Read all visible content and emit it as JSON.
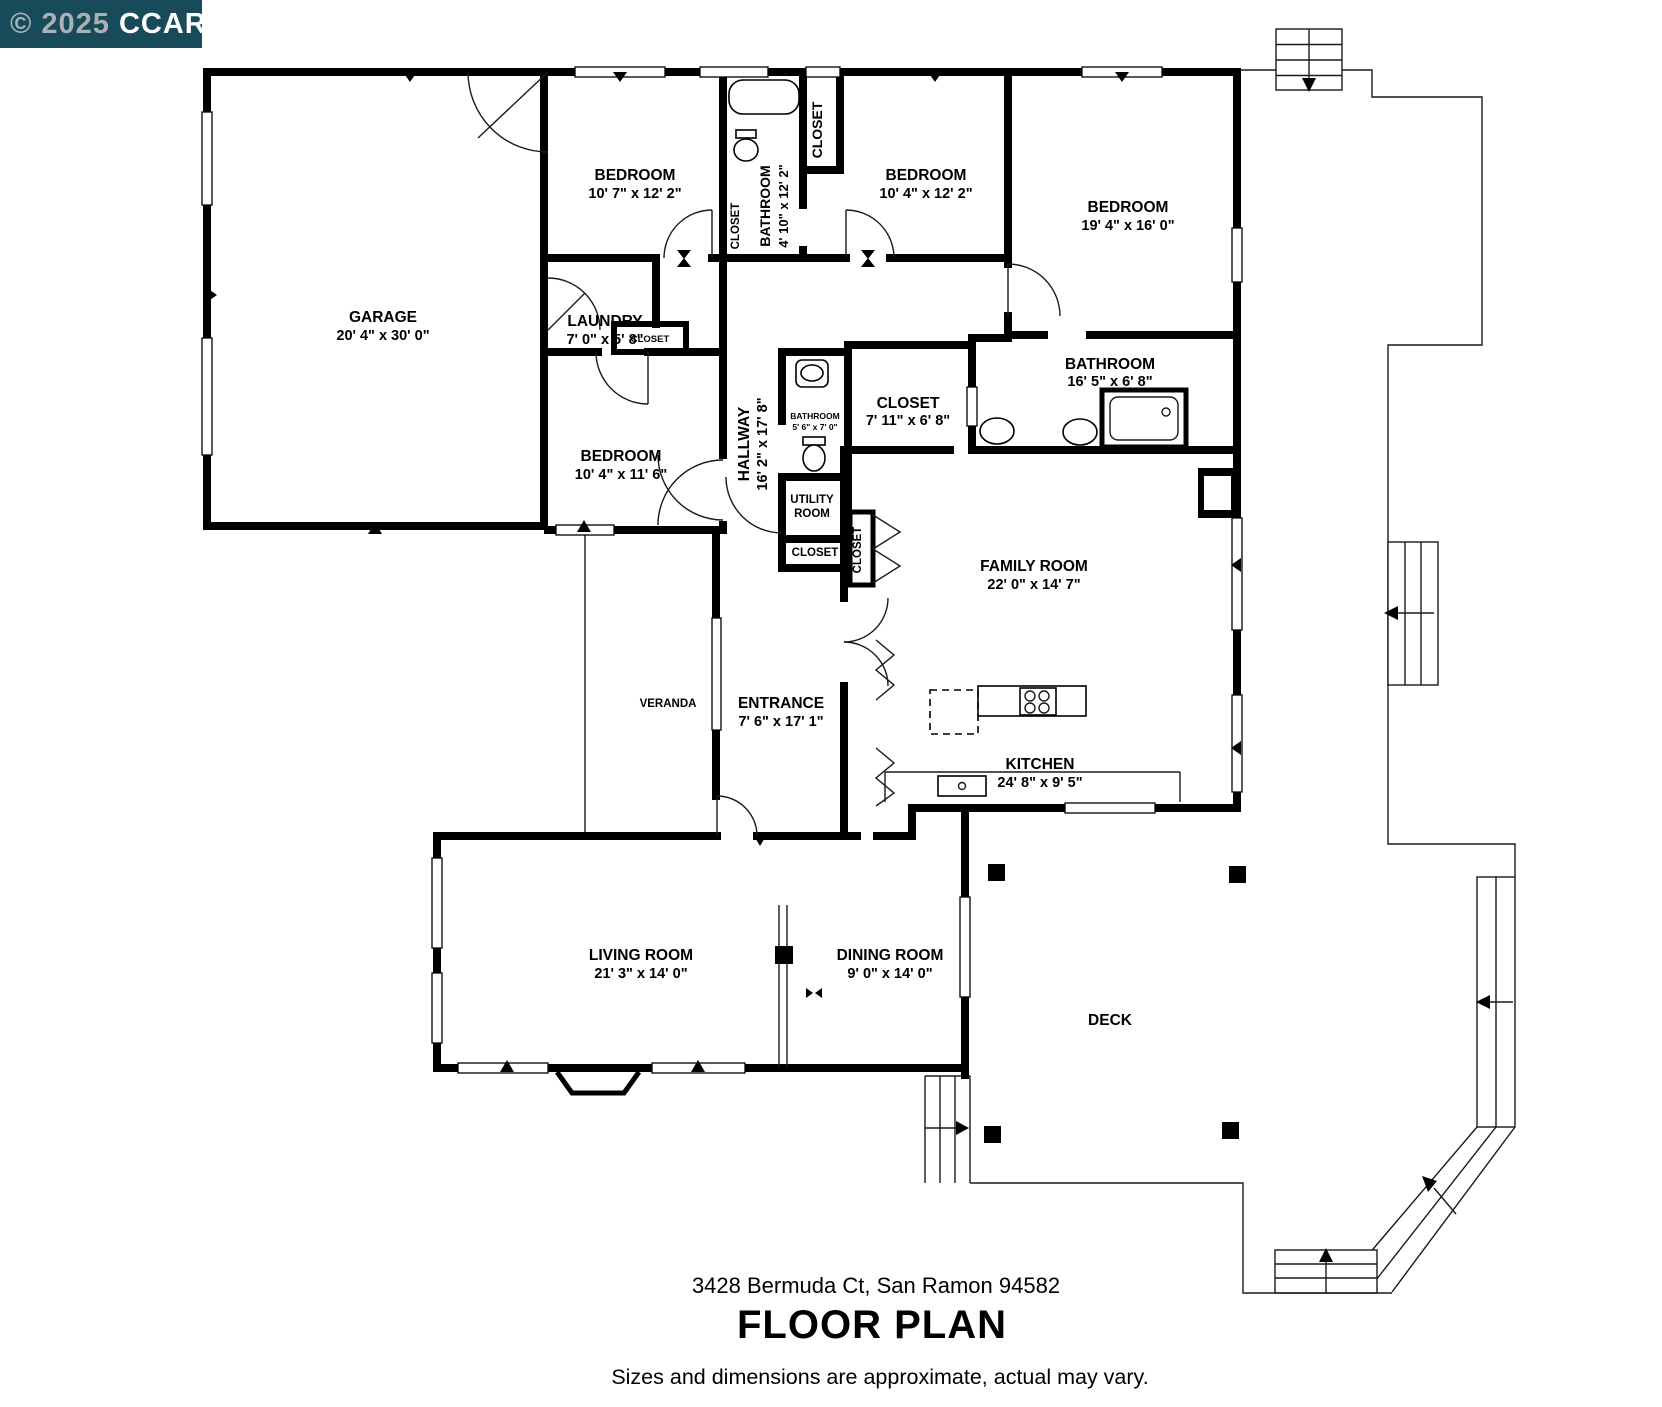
{
  "watermark": {
    "prefix": "© 2025",
    "brand": "CCAR",
    "bg": "#174b59"
  },
  "rooms": {
    "garage": {
      "name": "GARAGE",
      "dims": "20' 4\" x 30' 0\""
    },
    "bedroom_top_left": {
      "name": "BEDROOM",
      "dims": "10' 7\" x 12' 2\""
    },
    "bathroom_upper": {
      "name": "BATHROOM",
      "dims": "4' 10\" x 12' 2\""
    },
    "bedroom_top_mid": {
      "name": "BEDROOM",
      "dims": "10' 4\" x 12' 2\""
    },
    "bedroom_top_right": {
      "name": "BEDROOM",
      "dims": "19' 4\" x 16' 0\""
    },
    "laundry": {
      "name": "LAUNDRY",
      "dims": "7' 0\" x 5' 8\""
    },
    "bedroom_lower": {
      "name": "BEDROOM",
      "dims": "10' 4\" x 11' 6\""
    },
    "hallway": {
      "name": "HALLWAY",
      "dims": "16' 2\" x 17' 8\""
    },
    "bathroom_hall": {
      "name": "BATHROOM",
      "dims": "5' 6\" x 7' 0\""
    },
    "closet_walkin": {
      "name": "CLOSET",
      "dims": "7' 11\" x 6' 8\""
    },
    "bathroom_master": {
      "name": "BATHROOM",
      "dims": "16' 5\" x 6' 8\""
    },
    "utility": {
      "line1": "UTILITY",
      "line2": "ROOM"
    },
    "family": {
      "name": "FAMILY ROOM",
      "dims": "22' 0\" x 14' 7\""
    },
    "entrance": {
      "name": "ENTRANCE",
      "dims": "7' 6\" x 17' 1\""
    },
    "kitchen": {
      "name": "KITCHEN",
      "dims": "24' 8\" x 9' 5\""
    },
    "living": {
      "name": "LIVING ROOM",
      "dims": "21' 3\" x 14' 0\""
    },
    "dining": {
      "name": "DINING ROOM",
      "dims": "9' 0\" x 14' 0\""
    },
    "veranda": {
      "name": "VERANDA"
    },
    "deck": {
      "name": "DECK"
    }
  },
  "closet_label": "CLOSET",
  "footer": {
    "address": "3428 Bermuda Ct, San Ramon 94582",
    "title": "FLOOR PLAN",
    "disclaimer": "Sizes and dimensions are approximate, actual may vary."
  }
}
